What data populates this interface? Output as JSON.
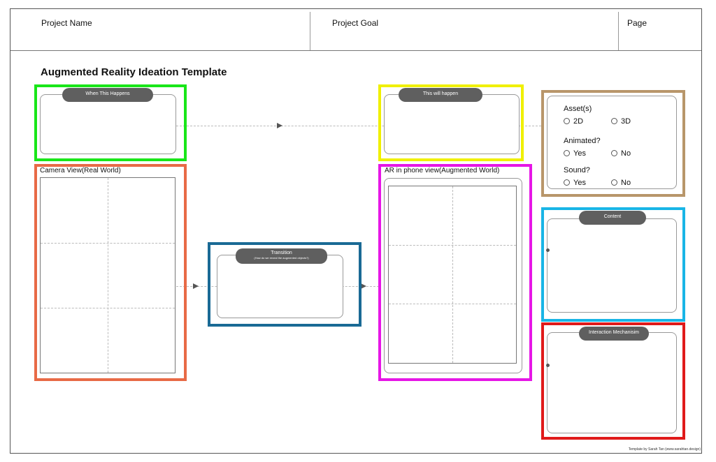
{
  "header": {
    "project_name": "Project Name",
    "project_goal": "Project Goal",
    "page": "Page"
  },
  "title": "Augmented Reality Ideation Template",
  "sections": {
    "when": {
      "pill": "When This Happens",
      "color": "#19e619"
    },
    "will": {
      "pill": "This will happen",
      "color": "#f0f000"
    },
    "camera": {
      "label": "Camera View(Real World)",
      "color": "#e86a46"
    },
    "ar": {
      "label": "AR in phone view(Augmented World)",
      "color": "#e616e6"
    },
    "transition": {
      "pill": "Transition",
      "sub": "(How do we reveal the augmented objects?)",
      "color": "#1a6a95"
    },
    "content": {
      "pill": "Content",
      "color": "#19b5e6"
    },
    "interaction": {
      "pill": "Interaction Mechanisim",
      "color": "#e01a1a"
    }
  },
  "assets": {
    "color": "#b8966a",
    "q1": {
      "label": "Asset(s)",
      "opt_a": "2D",
      "opt_b": "3D"
    },
    "q2": {
      "label": "Animated?",
      "opt_a": "Yes",
      "opt_b": "No"
    },
    "q3": {
      "label": "Sound?",
      "opt_a": "Yes",
      "opt_b": "No"
    }
  },
  "credit": "Template by Sarah Tan (www.sarahtan.design)"
}
